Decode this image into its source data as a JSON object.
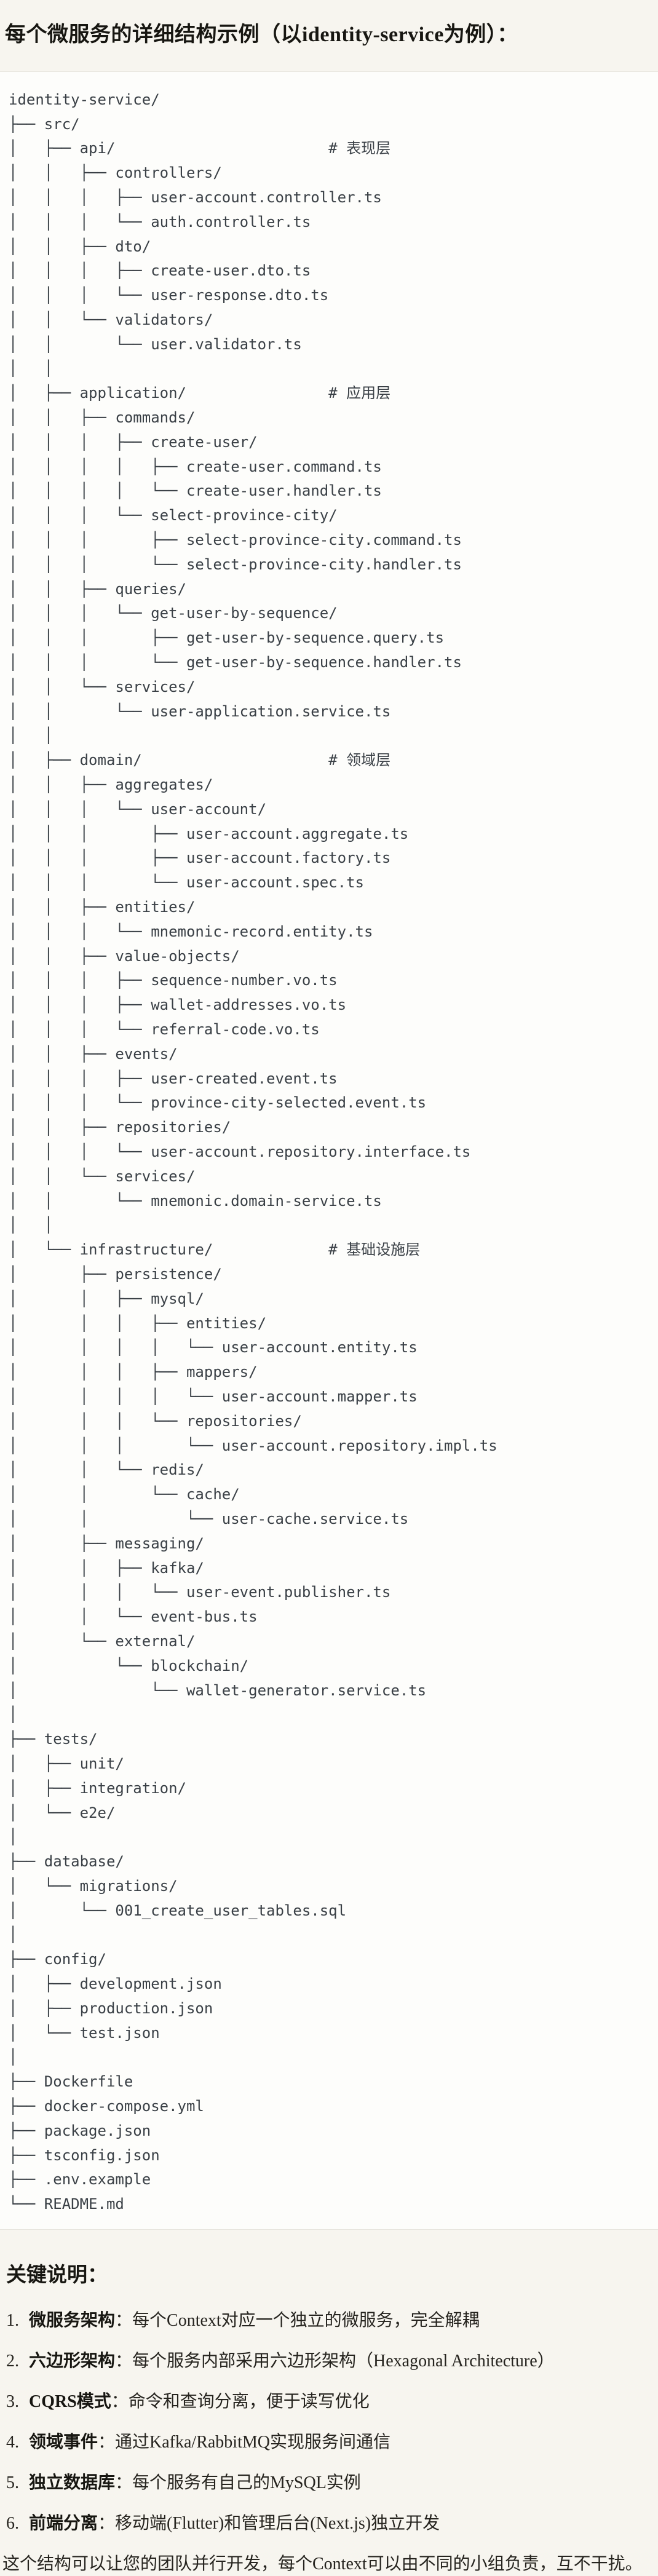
{
  "page": {
    "title": "每个微服务的详细结构示例（以identity-service为例）："
  },
  "colors": {
    "page_background": "#f7f5ef",
    "code_background": "#fdfdfb",
    "code_border": "#e7e5de",
    "code_text": "#3a4046",
    "body_text": "#26241f"
  },
  "code_block": {
    "lines": [
      "identity-service/",
      "├── src/",
      "│   ├── api/                        # 表现层",
      "│   │   ├── controllers/",
      "│   │   │   ├── user-account.controller.ts",
      "│   │   │   └── auth.controller.ts",
      "│   │   ├── dto/",
      "│   │   │   ├── create-user.dto.ts",
      "│   │   │   └── user-response.dto.ts",
      "│   │   └── validators/",
      "│   │       └── user.validator.ts",
      "│   │",
      "│   ├── application/                # 应用层",
      "│   │   ├── commands/",
      "│   │   │   ├── create-user/",
      "│   │   │   │   ├── create-user.command.ts",
      "│   │   │   │   └── create-user.handler.ts",
      "│   │   │   └── select-province-city/",
      "│   │   │       ├── select-province-city.command.ts",
      "│   │   │       └── select-province-city.handler.ts",
      "│   │   ├── queries/",
      "│   │   │   └── get-user-by-sequence/",
      "│   │   │       ├── get-user-by-sequence.query.ts",
      "│   │   │       └── get-user-by-sequence.handler.ts",
      "│   │   └── services/",
      "│   │       └── user-application.service.ts",
      "│   │",
      "│   ├── domain/                     # 领域层",
      "│   │   ├── aggregates/",
      "│   │   │   └── user-account/",
      "│   │   │       ├── user-account.aggregate.ts",
      "│   │   │       ├── user-account.factory.ts",
      "│   │   │       └── user-account.spec.ts",
      "│   │   ├── entities/",
      "│   │   │   └── mnemonic-record.entity.ts",
      "│   │   ├── value-objects/",
      "│   │   │   ├── sequence-number.vo.ts",
      "│   │   │   ├── wallet-addresses.vo.ts",
      "│   │   │   └── referral-code.vo.ts",
      "│   │   ├── events/",
      "│   │   │   ├── user-created.event.ts",
      "│   │   │   └── province-city-selected.event.ts",
      "│   │   ├── repositories/",
      "│   │   │   └── user-account.repository.interface.ts",
      "│   │   └── services/",
      "│   │       └── mnemonic.domain-service.ts",
      "│   │",
      "│   └── infrastructure/             # 基础设施层",
      "│       ├── persistence/",
      "│       │   ├── mysql/",
      "│       │   │   ├── entities/",
      "│       │   │   │   └── user-account.entity.ts",
      "│       │   │   ├── mappers/",
      "│       │   │   │   └── user-account.mapper.ts",
      "│       │   │   └── repositories/",
      "│       │   │       └── user-account.repository.impl.ts",
      "│       │   └── redis/",
      "│       │       └── cache/",
      "│       │           └── user-cache.service.ts",
      "│       ├── messaging/",
      "│       │   ├── kafka/",
      "│       │   │   └── user-event.publisher.ts",
      "│       │   └── event-bus.ts",
      "│       └── external/",
      "│           └── blockchain/",
      "│               └── wallet-generator.service.ts",
      "│",
      "├── tests/",
      "│   ├── unit/",
      "│   ├── integration/",
      "│   └── e2e/",
      "│",
      "├── database/",
      "│   └── migrations/",
      "│       └── 001_create_user_tables.sql",
      "│",
      "├── config/",
      "│   ├── development.json",
      "│   ├── production.json",
      "│   └── test.json",
      "│",
      "├── Dockerfile",
      "├── docker-compose.yml",
      "├── package.json",
      "├── tsconfig.json",
      "├── .env.example",
      "└── README.md"
    ]
  },
  "notes": {
    "heading": "关键说明：",
    "items": [
      {
        "num": "1.",
        "term": "微服务架构",
        "text": "：每个Context对应一个独立的微服务，完全解耦"
      },
      {
        "num": "2.",
        "term": "六边形架构",
        "text": "：每个服务内部采用六边形架构（Hexagonal Architecture）"
      },
      {
        "num": "3.",
        "term": "CQRS模式",
        "text": "：命令和查询分离，便于读写优化"
      },
      {
        "num": "4.",
        "term": "领域事件",
        "text": "：通过Kafka/RabbitMQ实现服务间通信"
      },
      {
        "num": "5.",
        "term": "独立数据库",
        "text": "：每个服务有自己的MySQL实例"
      },
      {
        "num": "6.",
        "term": "前端分离",
        "text": "：移动端(Flutter)和管理后台(Next.js)独立开发"
      }
    ],
    "footer": "这个结构可以让您的团队并行开发，每个Context可以由不同的小组负责，互不干扰。"
  }
}
